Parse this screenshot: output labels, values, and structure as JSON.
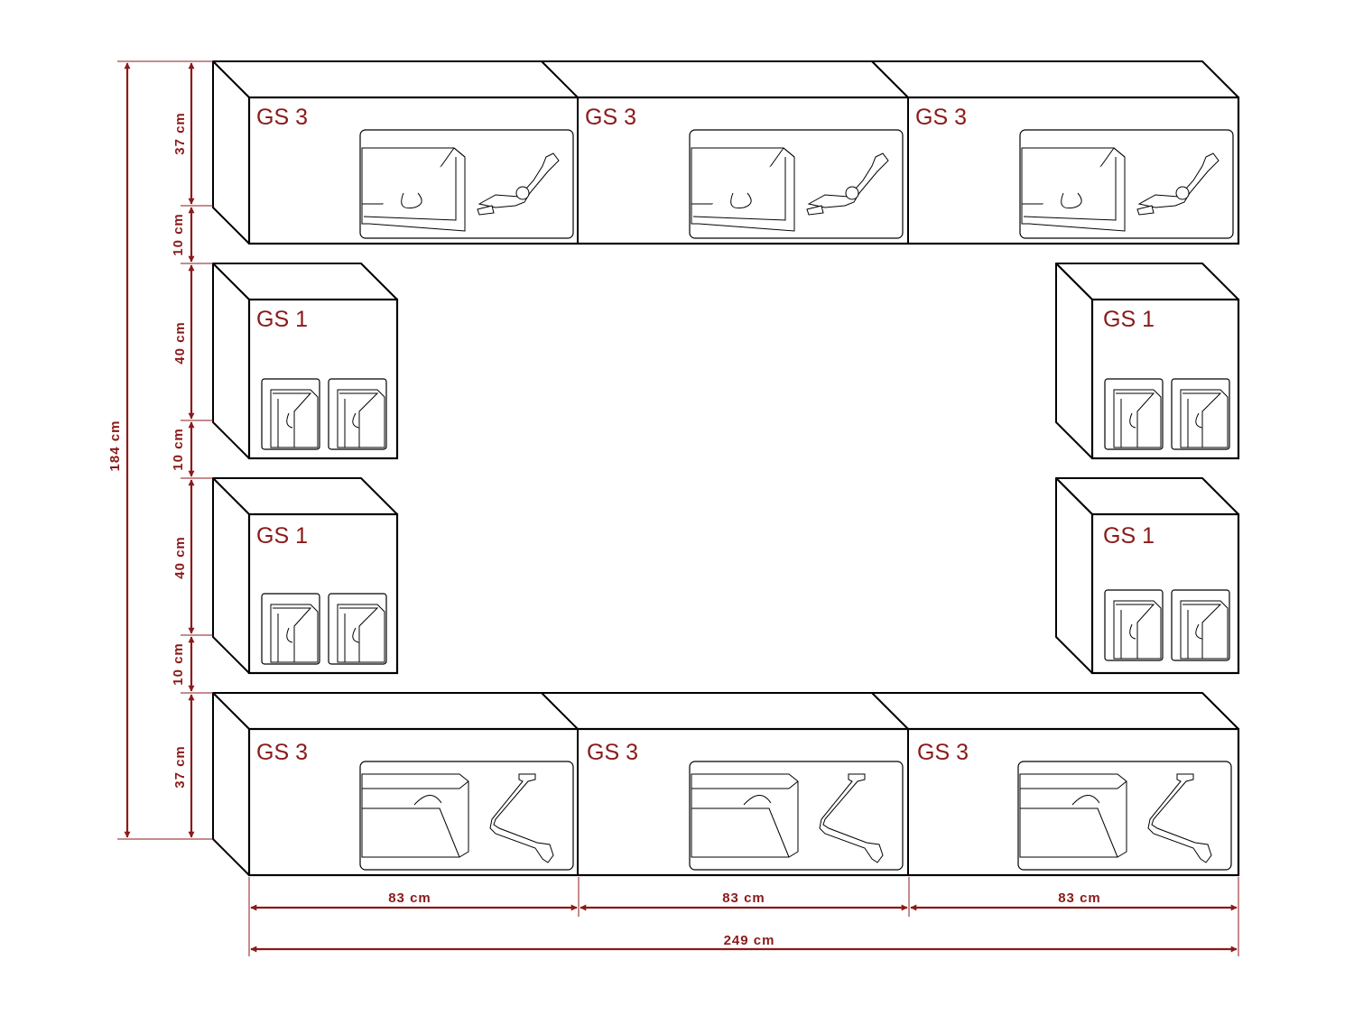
{
  "modules": {
    "top_left": "GS 3",
    "top_mid": "GS 3",
    "top_right": "GS 3",
    "left_upper": "GS 1",
    "left_lower": "GS 1",
    "right_upper": "GS 1",
    "right_lower": "GS 1",
    "bottom_left": "GS 3",
    "bottom_mid": "GS 3",
    "bottom_right": "GS 3"
  },
  "dimensions": {
    "total_height": "184 cm",
    "row1_height": "37 cm",
    "gap1": "10 cm",
    "row2_height": "40 cm",
    "gap2": "10 cm",
    "row3_height": "40 cm",
    "gap3": "10 cm",
    "row4_height": "37 cm",
    "width_a": "83 cm",
    "width_b": "83 cm",
    "width_c": "83 cm",
    "total_width": "249 cm"
  },
  "colors": {
    "accent": "#8b1a1a",
    "line": "#000000",
    "background": "#ffffff"
  }
}
